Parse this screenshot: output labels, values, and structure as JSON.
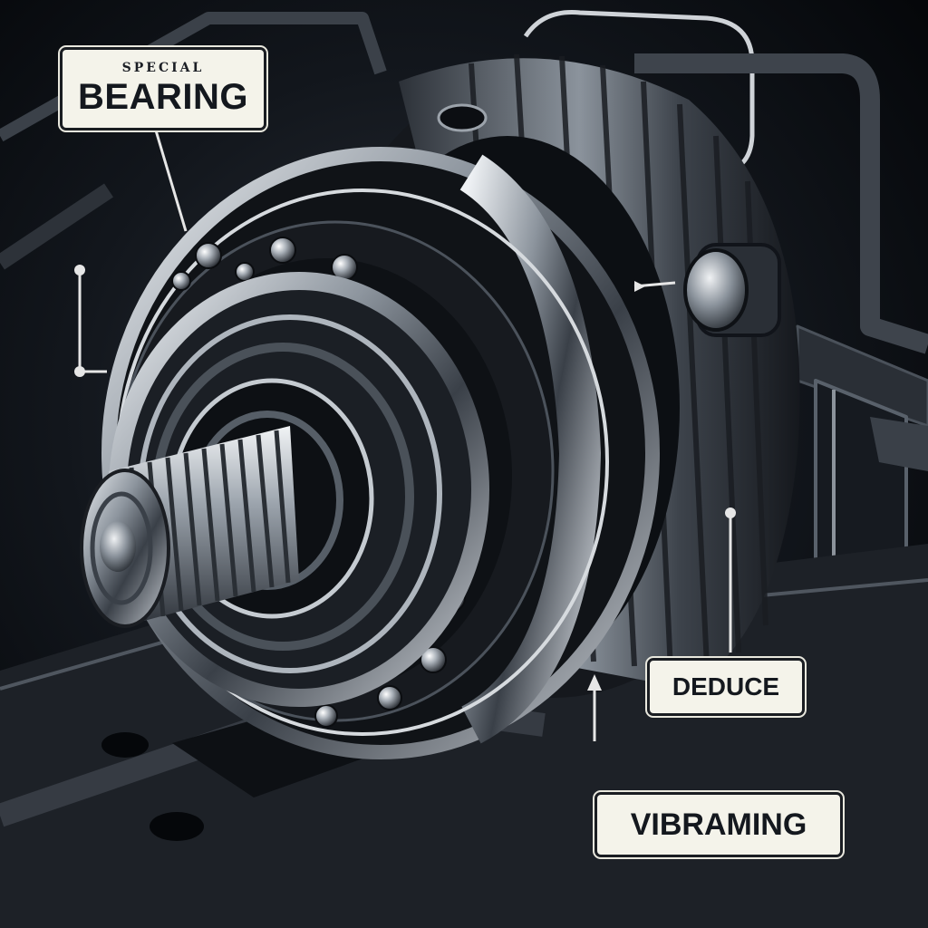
{
  "labels": {
    "bearing_kicker": "SPECIAL",
    "bearing_title": "BEARING",
    "deduce": "DEDUCE",
    "vibraming": "VIBRAMING"
  },
  "colors": {
    "background": "#07090d",
    "steel_light": "#d7dbe0",
    "steel_mid": "#7d858f",
    "steel_dark": "#2a2f36",
    "label_fill": "#f4f3ea",
    "label_text": "#14181e",
    "leader_line": "#e6e6e6"
  }
}
